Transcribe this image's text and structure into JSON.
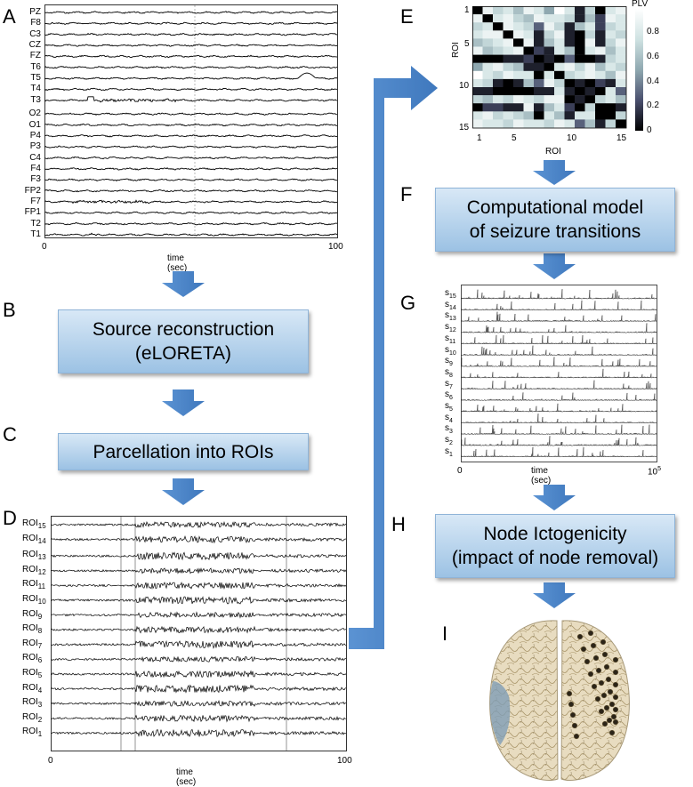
{
  "panels": {
    "A": {
      "letter": "A",
      "channels": [
        "PZ",
        "F8",
        "C3",
        "CZ",
        "FZ",
        "T6",
        "T5",
        "T4",
        "T3",
        "O2",
        "O1",
        "P4",
        "P3",
        "C4",
        "F4",
        "F3",
        "FP2",
        "F7",
        "FP1",
        "T2",
        "T1"
      ],
      "x_ticks": [
        "0",
        "100"
      ],
      "xlabel": "time (sec)"
    },
    "B": {
      "letter": "B",
      "line1": "Source reconstruction",
      "line2": "(eLORETA)"
    },
    "C": {
      "letter": "C",
      "text": "Parcellation into ROIs"
    },
    "D": {
      "letter": "D",
      "roi_prefix": "ROI",
      "rois": [
        "15",
        "14",
        "13",
        "12",
        "11",
        "10",
        "9",
        "8",
        "7",
        "6",
        "5",
        "4",
        "3",
        "2",
        "1"
      ],
      "x_ticks": [
        "0",
        "100"
      ],
      "xlabel": "time (sec)"
    },
    "E": {
      "letter": "E",
      "ylabel": "ROI",
      "xlabel": "ROI",
      "y_ticks": [
        "1",
        "5",
        "10",
        "15"
      ],
      "x_ticks": [
        "1",
        "5",
        "10",
        "15"
      ],
      "colorbar_title": "PLV",
      "colorbar_ticks": [
        "0.8",
        "0.6",
        "0.4",
        "0.2",
        "0"
      ]
    },
    "F": {
      "letter": "F",
      "line1": "Computational model",
      "line2": "of seizure transitions"
    },
    "G": {
      "letter": "G",
      "s_prefix": "s",
      "states": [
        "15",
        "14",
        "13",
        "12",
        "11",
        "10",
        "9",
        "8",
        "7",
        "6",
        "5",
        "4",
        "3",
        "2",
        "1"
      ],
      "x_tick_left": "0",
      "x_tick_right_base": "10",
      "x_tick_right_exp": "5",
      "xlabel": "time (sec)"
    },
    "H": {
      "letter": "H",
      "line1": "Node Ictogenicity",
      "line2": "(impact of node removal)"
    },
    "I": {
      "letter": "I"
    }
  },
  "chart_data": {
    "type": "heatmap",
    "title": "",
    "xlabel": "ROI",
    "ylabel": "ROI",
    "x_range": [
      1,
      15
    ],
    "y_range": [
      1,
      15
    ],
    "colorbar": {
      "label": "PLV",
      "range": [
        0,
        1
      ],
      "ticks": [
        0,
        0.2,
        0.4,
        0.6,
        0.8
      ]
    },
    "matrix": [
      [
        0.0,
        0.9,
        0.7,
        0.8,
        0.6,
        0.9,
        0.8,
        0.5,
        1.0,
        0.8,
        0.1,
        0.7,
        0.0,
        0.8,
        0.9
      ],
      [
        0.9,
        0.0,
        0.8,
        0.9,
        0.7,
        0.6,
        0.9,
        0.8,
        0.8,
        0.7,
        0.1,
        0.6,
        0.2,
        0.9,
        0.8
      ],
      [
        0.7,
        0.8,
        0.0,
        0.9,
        0.8,
        0.7,
        0.3,
        0.9,
        0.7,
        0.1,
        0.6,
        0.8,
        0.2,
        0.7,
        0.8
      ],
      [
        0.8,
        0.9,
        0.9,
        0.0,
        0.9,
        0.8,
        0.1,
        0.7,
        0.9,
        0.1,
        0.0,
        0.7,
        0.1,
        0.8,
        0.7
      ],
      [
        0.6,
        0.7,
        0.8,
        0.9,
        0.0,
        0.9,
        0.1,
        0.6,
        0.8,
        0.1,
        0.0,
        0.9,
        0.1,
        0.7,
        0.9
      ],
      [
        0.9,
        0.6,
        0.7,
        0.8,
        0.9,
        0.0,
        0.2,
        0.1,
        0.8,
        0.6,
        0.0,
        0.8,
        0.9,
        0.6,
        0.8
      ],
      [
        0.0,
        0.0,
        0.0,
        0.1,
        0.1,
        0.2,
        0.0,
        0.1,
        0.0,
        0.3,
        0.0,
        0.0,
        0.1,
        0.7,
        0.8
      ],
      [
        0.5,
        0.8,
        0.9,
        0.7,
        0.6,
        0.1,
        0.1,
        0.0,
        0.8,
        0.9,
        0.7,
        0.9,
        0.6,
        0.8,
        0.7
      ],
      [
        1.0,
        0.8,
        0.7,
        0.9,
        0.8,
        0.8,
        0.0,
        0.8,
        0.0,
        0.7,
        0.8,
        0.9,
        0.8,
        0.6,
        0.9
      ],
      [
        0.8,
        0.7,
        0.1,
        0.0,
        0.1,
        0.6,
        0.3,
        0.9,
        0.7,
        0.0,
        0.1,
        0.0,
        0.2,
        0.1,
        0.8
      ],
      [
        0.1,
        0.1,
        0.0,
        0.0,
        0.0,
        0.0,
        0.1,
        0.1,
        0.8,
        0.1,
        0.0,
        0.1,
        0.0,
        0.8,
        0.3
      ],
      [
        0.7,
        0.6,
        0.8,
        0.7,
        0.9,
        0.8,
        0.7,
        0.9,
        0.9,
        0.0,
        0.1,
        0.0,
        0.7,
        0.8,
        0.6
      ],
      [
        0.0,
        0.2,
        0.2,
        0.1,
        0.1,
        0.9,
        0.1,
        0.6,
        0.8,
        0.2,
        0.0,
        0.7,
        0.0,
        0.0,
        0.1
      ],
      [
        0.8,
        0.9,
        0.7,
        0.8,
        0.7,
        0.6,
        0.0,
        0.8,
        0.6,
        0.1,
        0.8,
        0.8,
        0.0,
        0.0,
        0.7
      ],
      [
        0.9,
        0.8,
        0.8,
        0.7,
        0.9,
        0.8,
        0.8,
        0.7,
        0.9,
        0.8,
        0.3,
        0.6,
        0.1,
        0.7,
        0.0
      ]
    ]
  }
}
